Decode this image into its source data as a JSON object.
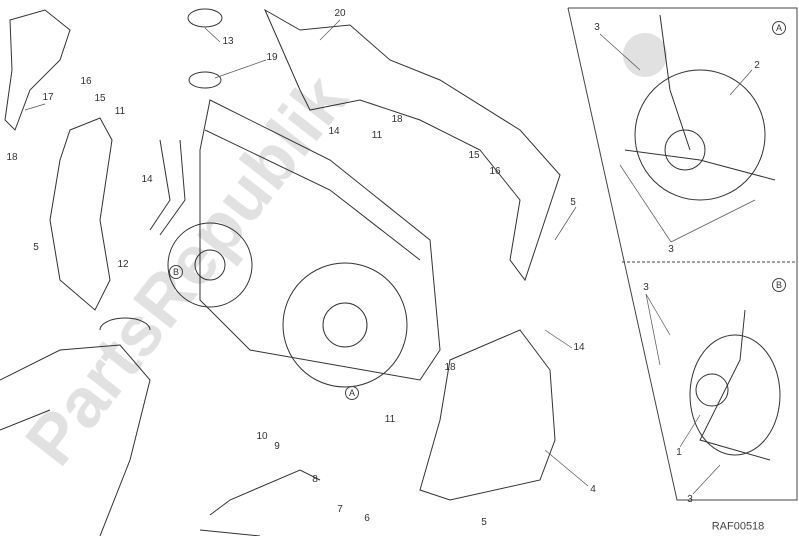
{
  "diagram": {
    "drawing_code": "RAF00518",
    "watermark": "PartsRepublik",
    "colors": {
      "line": "#333333",
      "watermark": "#c8c8c8",
      "panel_border": "#444444"
    },
    "callouts": [
      "20",
      "13",
      "19",
      "16",
      "15",
      "11",
      "17",
      "14",
      "18",
      "5",
      "12",
      "B",
      "14",
      "18",
      "11",
      "15",
      "16",
      "5",
      "14",
      "18",
      "A",
      "11",
      "10",
      "9",
      "8",
      "7",
      "6",
      "5",
      "4",
      "3",
      "A",
      "2",
      "3",
      "3",
      "B",
      "1",
      "3"
    ],
    "detail_views": [
      {
        "id": "A"
      },
      {
        "id": "B"
      }
    ]
  }
}
